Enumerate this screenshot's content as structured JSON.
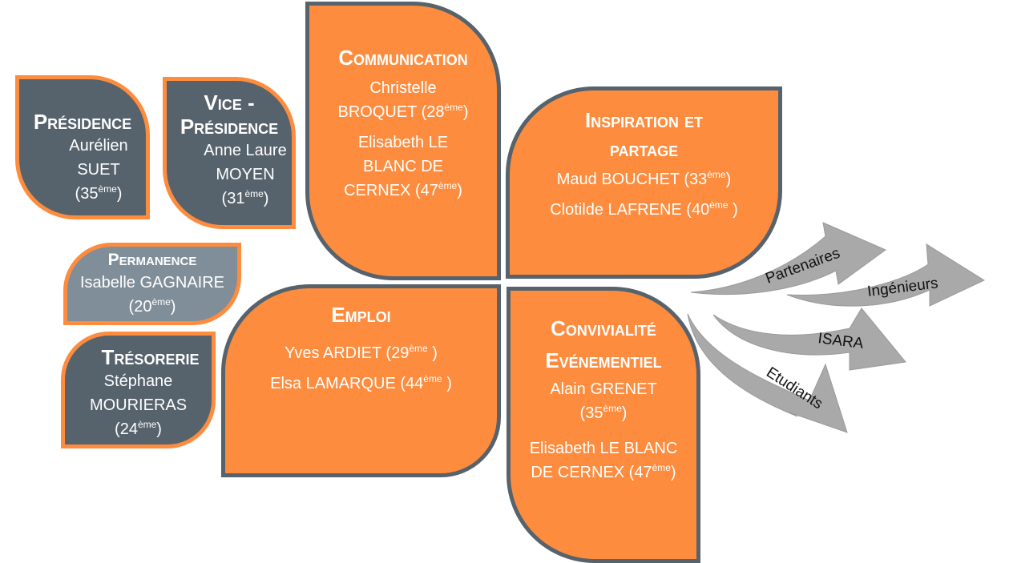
{
  "colors": {
    "orange": "#fd8c3e",
    "dark": "#56626c",
    "light": "#808e99",
    "arrow": "#a9a9a9"
  },
  "presidence": {
    "title": "Présidence",
    "l1": "Aurélien",
    "l2": "SUET",
    "l3": "(35",
    "sup": "ème",
    "close": ")"
  },
  "vice": {
    "title1": "Vice -",
    "title2": "Présidence",
    "l1": "Anne Laure",
    "l2": "MOYEN",
    "l3": "(31",
    "sup": "ème",
    "close": ")"
  },
  "permanence": {
    "title": "Permanence",
    "l1": "Isabelle GAGNAIRE",
    "l2": "(20",
    "sup": "ème",
    "close": ")"
  },
  "tresorerie": {
    "title": "Trésorerie",
    "l1": "Stéphane",
    "l2": "MOURIERAS",
    "l3": "(24",
    "sup": "ème",
    "close": ")"
  },
  "communication": {
    "title": "Communication",
    "l1": "Christelle",
    "l2": "BROQUET (28",
    "sup2": "ème",
    "close2": ")",
    "l3": "Elisabeth LE",
    "l4": "BLANC DE",
    "l5": "CERNEX (47",
    "sup5": "ème",
    "close5": ")"
  },
  "inspiration": {
    "title1": "Inspiration et",
    "title2": "partage",
    "l1": "Maud BOUCHET (33",
    "sup1": "ème",
    "close1": ")",
    "l2": "Clotilde LAFRENE (40",
    "sup2": "ème",
    "close2": " )"
  },
  "emploi": {
    "title": "Emploi",
    "l1": "Yves ARDIET (29",
    "sup1": "ème",
    "close1": " )",
    "l2": "Elsa LAMARQUE (44",
    "sup2": "ème",
    "close2": " )"
  },
  "convivialite": {
    "title1": "Convivialité",
    "title2": "Evénementiel",
    "l1": "Alain GRENET",
    "l2": "(35",
    "sup2": "ème",
    "close2": ")",
    "l3": "Elisabeth LE BLANC",
    "l4": "DE CERNEX (47",
    "sup4": "ème",
    "close4": ")"
  },
  "arrows": {
    "a1": "Partenaires",
    "a2": "Ingénieurs",
    "a3": "ISARA",
    "a4": "Etudiants"
  }
}
